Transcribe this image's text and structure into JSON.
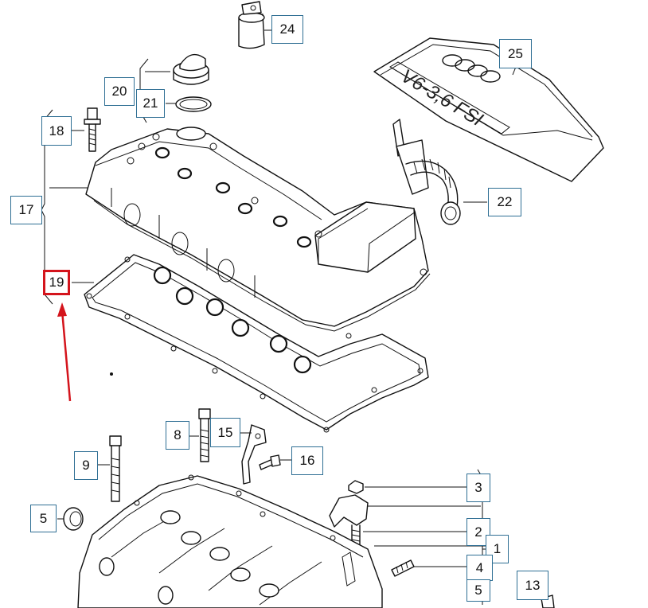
{
  "cover_lettering": "V6-3,6 FSI",
  "selected_callout": "19",
  "accent_color": "#d4141c",
  "callout_border_color": "#2f6f94",
  "callouts": [
    {
      "id": "c24",
      "label": "24"
    },
    {
      "id": "c25",
      "label": "25"
    },
    {
      "id": "c20",
      "label": "20"
    },
    {
      "id": "c21",
      "label": "21"
    },
    {
      "id": "c18",
      "label": "18"
    },
    {
      "id": "c17",
      "label": "17"
    },
    {
      "id": "c22",
      "label": "22"
    },
    {
      "id": "c19",
      "label": "19"
    },
    {
      "id": "c8",
      "label": "8"
    },
    {
      "id": "c15",
      "label": "15"
    },
    {
      "id": "c16",
      "label": "16"
    },
    {
      "id": "c9",
      "label": "9"
    },
    {
      "id": "c3",
      "label": "3"
    },
    {
      "id": "c5a",
      "label": "5"
    },
    {
      "id": "c2",
      "label": "2"
    },
    {
      "id": "c1",
      "label": "1"
    },
    {
      "id": "c4",
      "label": "4"
    },
    {
      "id": "c13",
      "label": "13"
    },
    {
      "id": "c5b",
      "label": "5"
    }
  ]
}
